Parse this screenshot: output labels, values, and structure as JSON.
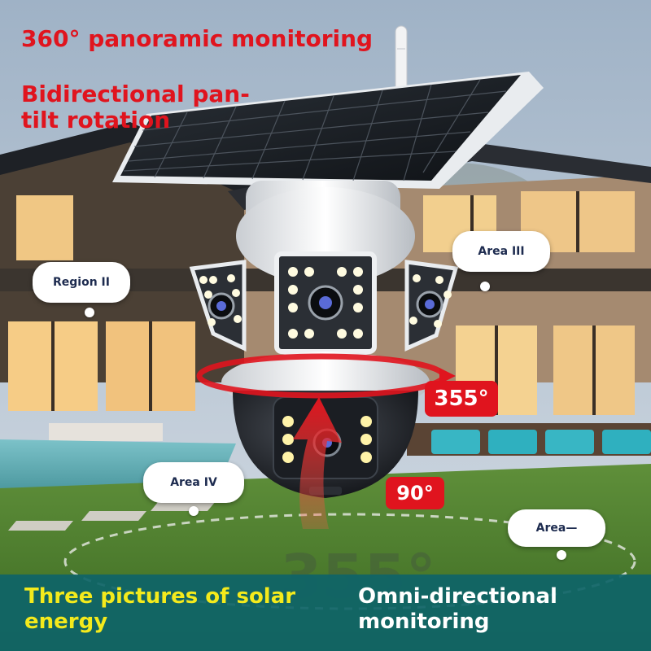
{
  "headlines": {
    "line1": "360°  panoramic monitoring",
    "line2": "Bidirectional pan-tilt rotation"
  },
  "callouts": {
    "region_ii": "Region II",
    "area_iii": "Area III",
    "area_iv": "Area IV",
    "area": "Area—"
  },
  "badges": {
    "pan": "355°",
    "tilt": "90°"
  },
  "ground_text": "355°",
  "footer": {
    "left": "Three pictures of solar energy",
    "right": "Omni-directional monitoring"
  },
  "colors": {
    "headline_red": "#e0141e",
    "footer_teal": "#0e6468",
    "footer_yellow": "#f4ea1c",
    "callout_text": "#1d2b4f"
  },
  "icons": [
    "solar-panel",
    "wifi-antenna",
    "camera-lens",
    "led-light",
    "rotation-arrow",
    "tilt-arrow"
  ]
}
